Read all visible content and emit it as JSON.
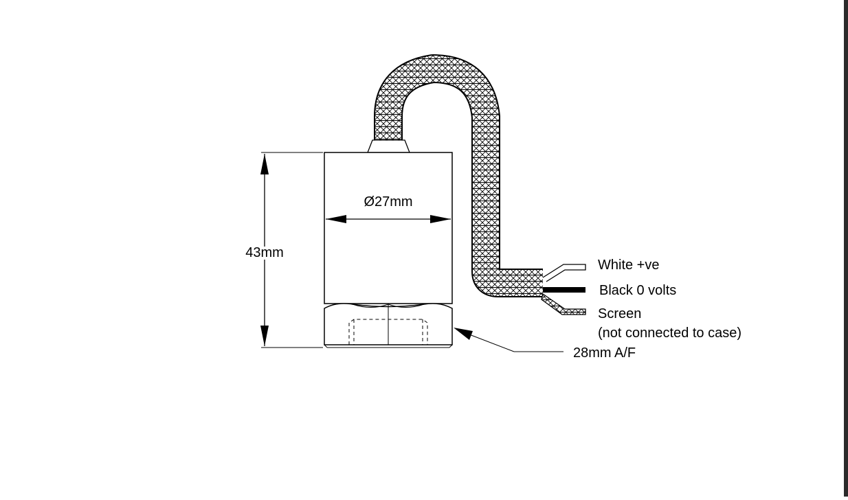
{
  "labels": {
    "diameter": "Ø27mm",
    "height": "43mm",
    "wire_white": "White +ve",
    "wire_black": "Black 0 volts",
    "wire_screen": "Screen",
    "wire_screen_note": "(not connected to case)",
    "hex_size": "28mm A/F"
  },
  "colors": {
    "line": "#000000",
    "background": "#ffffff",
    "cable_fill": "#ffffff",
    "edge": "#2b2b2b"
  }
}
